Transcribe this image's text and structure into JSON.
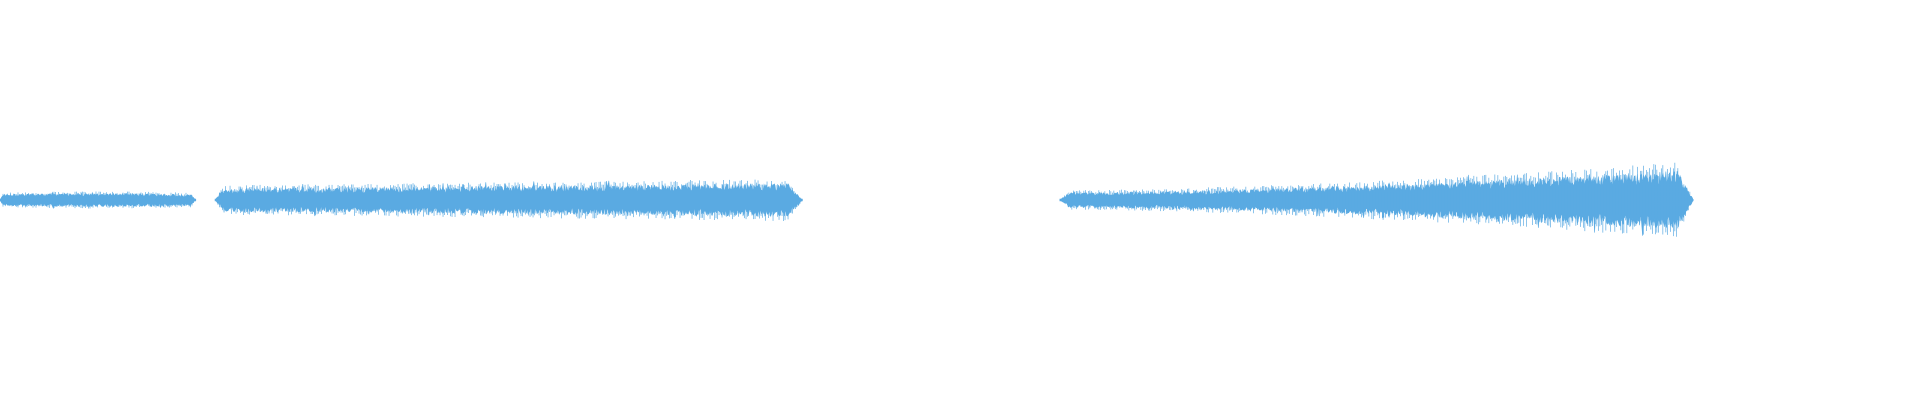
{
  "waveform": {
    "color": "#5aaae2",
    "background": "#ffffff",
    "segments": [
      {
        "name": "segment-1",
        "start": 0.0,
        "end": 0.102,
        "peak": 0.22,
        "shape": "flat"
      },
      {
        "name": "segment-2",
        "start": 0.112,
        "end": 0.418,
        "peak": 0.55,
        "shape": "swell"
      },
      {
        "name": "segment-3",
        "start": 0.552,
        "end": 0.882,
        "peak": 1.0,
        "shape": "crescendo"
      }
    ]
  }
}
